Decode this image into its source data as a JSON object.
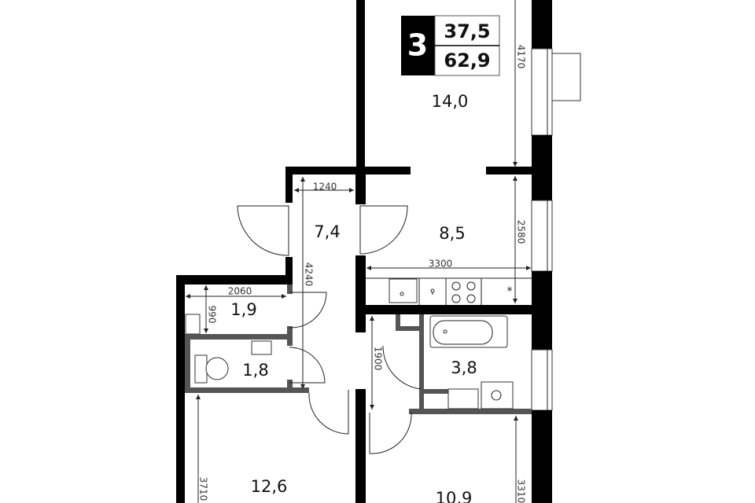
{
  "badge": {
    "rooms": "3",
    "living_area": "37,5",
    "total_area": "62,9"
  },
  "rooms": {
    "bedroom_top": "14,0",
    "hall": "7,4",
    "kitchen": "8,5",
    "storage": "1,9",
    "wc": "1,8",
    "bathroom": "3,8",
    "bedroom_left": "12,6",
    "bedroom_right": "10,9"
  },
  "dimensions": {
    "d4170": "4170",
    "d1240": "1240",
    "d2580": "2580",
    "d3300": "3300",
    "d4240": "4240",
    "d2060": "2060",
    "d990": "990",
    "d1900": "1900",
    "d3710": "3710",
    "d3310": "3310"
  },
  "colors": {
    "wall": "#000000",
    "partition": "#555555"
  }
}
